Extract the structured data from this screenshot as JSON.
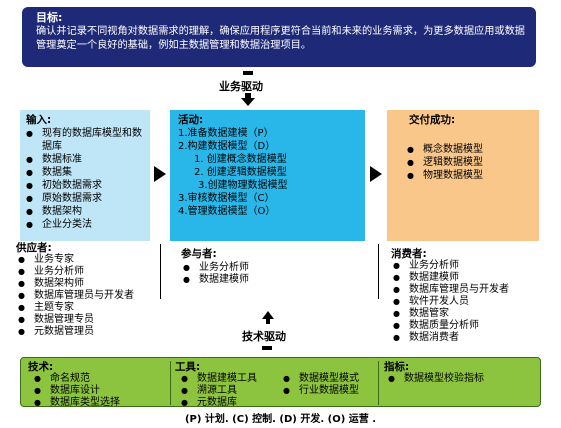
{
  "goal": {
    "title": "目标:",
    "text": "确认并记录不同视角对数据需求的理解，确保应用程序更符合当前和未来的业务需求，为更多数据应用或数据管理奠定一个良好的基础，例如主数据管理和数据治理项目。"
  },
  "business_driver": "业务驱动",
  "technical_driver": "技术驱动",
  "inputs": {
    "title": "输入:",
    "items": [
      "现有的数据库模型和数据库",
      "数据标准",
      "数据集",
      "初始数据需求",
      "原始数据需求",
      "数据架构",
      "企业分类法"
    ]
  },
  "activities": {
    "title": "活动:",
    "items": [
      "1.准备数据建模（P）",
      "2.构建数据模型（D）",
      "1. 创建概念数据模型",
      "2. 创建逻辑数据模型",
      "3.创建物理数据模型",
      "3.审核数据模型（C）",
      "4.管理数据模型（O）"
    ]
  },
  "deliverables": {
    "title": "交付成功:",
    "items": [
      "概念数据模型",
      "逻辑数据模型",
      "物理数据模型"
    ]
  },
  "suppliers": {
    "title": "供应者:",
    "items": [
      "业务专家",
      "业务分析师",
      "数据架构师",
      "数据库管理员与开发者",
      "主题专家",
      "数据管理专员",
      "元数据管理员"
    ]
  },
  "participants": {
    "title": "参与者:",
    "items": [
      "业务分析师",
      "数据建模师"
    ]
  },
  "consumers": {
    "title": "消费者:",
    "items": [
      "业务分析师",
      "数据建模师",
      "数据库管理员与开发者",
      "软件开发人员",
      "数据管家",
      "数据质量分析师",
      "数据消费者"
    ]
  },
  "techniques": {
    "title": "技术:",
    "items": [
      "命名规范",
      "数据库设计",
      "数据库类型选择"
    ]
  },
  "tools": {
    "title": "工具:",
    "col1": [
      "数据建模工具",
      "溯源工具",
      "元数据库"
    ],
    "col2": [
      "数据模型模式",
      "行业数据模型"
    ]
  },
  "metrics": {
    "title": "指标:",
    "items": [
      "数据模型校验指标"
    ]
  },
  "legend": "(P) 计划. (C) 控制. (D) 开发. (O) 运营 ."
}
